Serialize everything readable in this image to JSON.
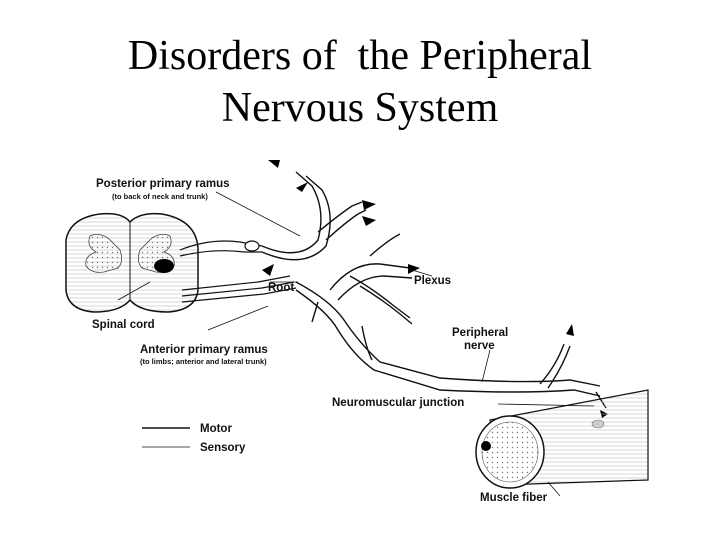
{
  "slide": {
    "title_line1": "Disorders of  the Peripheral",
    "title_line2": "Nervous System"
  },
  "diagram": {
    "labels": {
      "posterior_ramus": "Posterior primary ramus",
      "posterior_ramus_note": "(to back of neck and trunk)",
      "root": "Root",
      "plexus": "Plexus",
      "spinal_cord": "Spinal cord",
      "anterior_ramus": "Anterior primary ramus",
      "anterior_ramus_note": "(to limbs; anterior and lateral trunk)",
      "peripheral": "Peripheral",
      "nerve": "nerve",
      "nmj": "Neuromuscular junction",
      "muscle_fiber": "Muscle fiber"
    },
    "legend": [
      {
        "label": "Motor"
      },
      {
        "label": "Sensory"
      }
    ]
  }
}
